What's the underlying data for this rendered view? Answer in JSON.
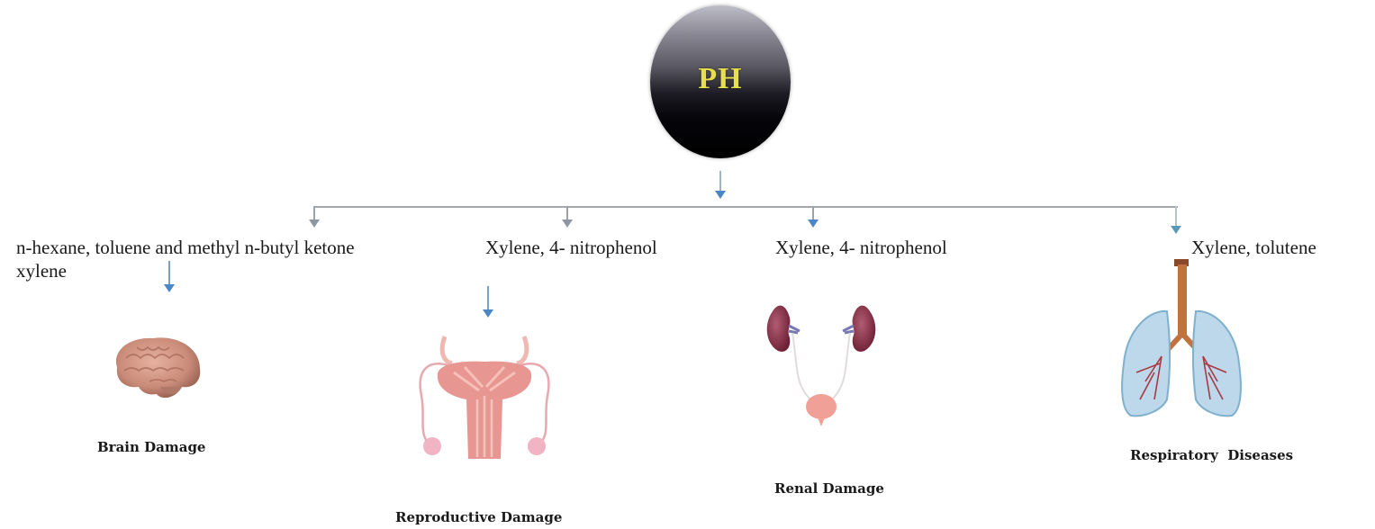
{
  "diagram": {
    "root": {
      "label": "PH",
      "fill_top": "#bdbdc7",
      "fill_bottom": "#000000",
      "text_color": "#e6e04a"
    },
    "connector_color": "#a4a8ae",
    "arrow_color": "#4b86c6",
    "branches": [
      {
        "chemicals_line1": "n-hexane, toluene and methyl n-butyl ketone",
        "chemicals_line2": "xylene",
        "organ_icon": "brain-icon",
        "caption": "Brain Damage"
      },
      {
        "chemicals_line1": "Xylene, 4- nitrophenol",
        "organ_icon": "reproductive-system-icon",
        "caption": "Reproductive Damage"
      },
      {
        "chemicals_line1": "Xylene, 4- nitrophenol",
        "organ_icon": "kidneys-icon",
        "caption": "Renal Damage"
      },
      {
        "chemicals_line1": "Xylene, tolutene",
        "organ_icon": "lungs-icon",
        "caption": "Respiratory  Diseases"
      }
    ]
  }
}
